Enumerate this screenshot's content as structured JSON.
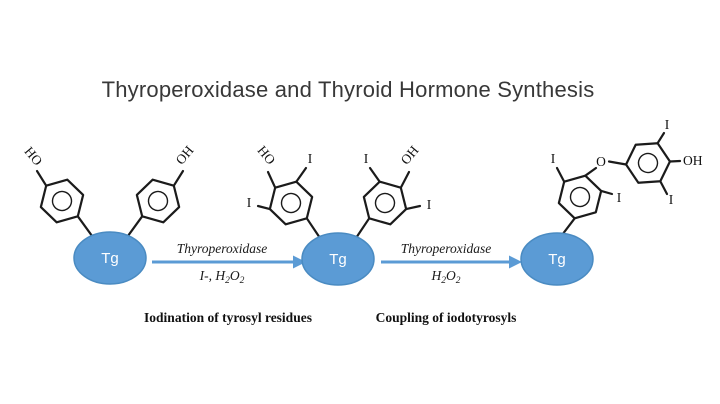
{
  "title": "Thyroperoxidase and Thyroid Hormone Synthesis",
  "tg_label": "Tg",
  "atoms": {
    "ho": "HO",
    "oh": "OH",
    "i": "I",
    "o": "O"
  },
  "arrows": [
    {
      "enzyme": "Thyroperoxidase",
      "reagents": {
        "p1": "I-, H",
        "s1": "2",
        "p2": "O",
        "s2": "2"
      }
    },
    {
      "enzyme": "Thyroperoxidase",
      "reagents": {
        "p1": "H",
        "s1": "2",
        "p2": "O",
        "s2": "2"
      }
    }
  ],
  "captions": {
    "step1": "Iodination of tyrosyl residues",
    "step2": "Coupling of iodotyrosyls"
  },
  "colors": {
    "tg_fill": "#5b9bd5",
    "tg_stroke": "#4a8bc2",
    "arrow": "#5b9bd5",
    "bond": "#1b1b1b",
    "title": "#383838",
    "background": "#ffffff"
  }
}
